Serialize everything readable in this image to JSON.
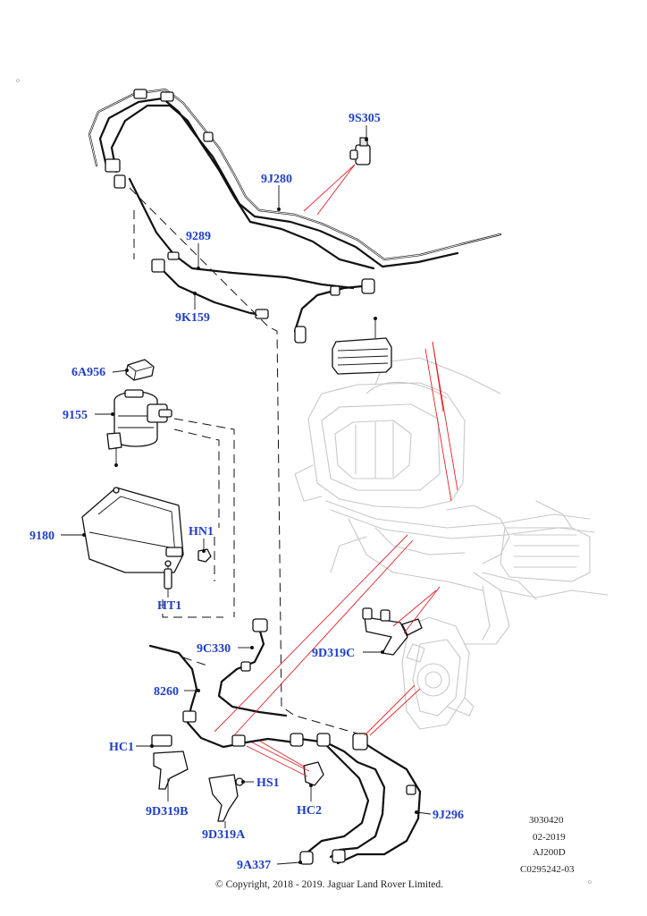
{
  "callouts": [
    {
      "key": "9s305",
      "text": "9S305"
    },
    {
      "key": "9j280",
      "text": "9J280"
    },
    {
      "key": "9289",
      "text": "9289"
    },
    {
      "key": "9k159",
      "text": "9K159"
    },
    {
      "key": "6a956",
      "text": "6A956"
    },
    {
      "key": "9155",
      "text": "9155"
    },
    {
      "key": "9180",
      "text": "9180"
    },
    {
      "key": "hn1",
      "text": "HN1"
    },
    {
      "key": "ht1",
      "text": "HT1"
    },
    {
      "key": "9c330",
      "text": "9C330"
    },
    {
      "key": "9d319c",
      "text": "9D319C"
    },
    {
      "key": "8260",
      "text": "8260"
    },
    {
      "key": "hc1",
      "text": "HC1"
    },
    {
      "key": "hs1",
      "text": "HS1"
    },
    {
      "key": "9d319b",
      "text": "9D319B"
    },
    {
      "key": "hc2",
      "text": "HC2"
    },
    {
      "key": "9j296",
      "text": "9J296"
    },
    {
      "key": "9d319a",
      "text": "9D319A"
    },
    {
      "key": "9a337",
      "text": "9A337"
    }
  ],
  "document_stamp": [
    "3030420",
    "02-2019",
    "AJ200D",
    "C0295242-03"
  ],
  "copyright": "© Copyright, 2018 - 2019. Jaguar Land Rover Limited.",
  "colors": {
    "callout": "#1f3fc4",
    "highlight_leader": "#e0242a",
    "ghost_assembly": "#c8c8c8"
  }
}
